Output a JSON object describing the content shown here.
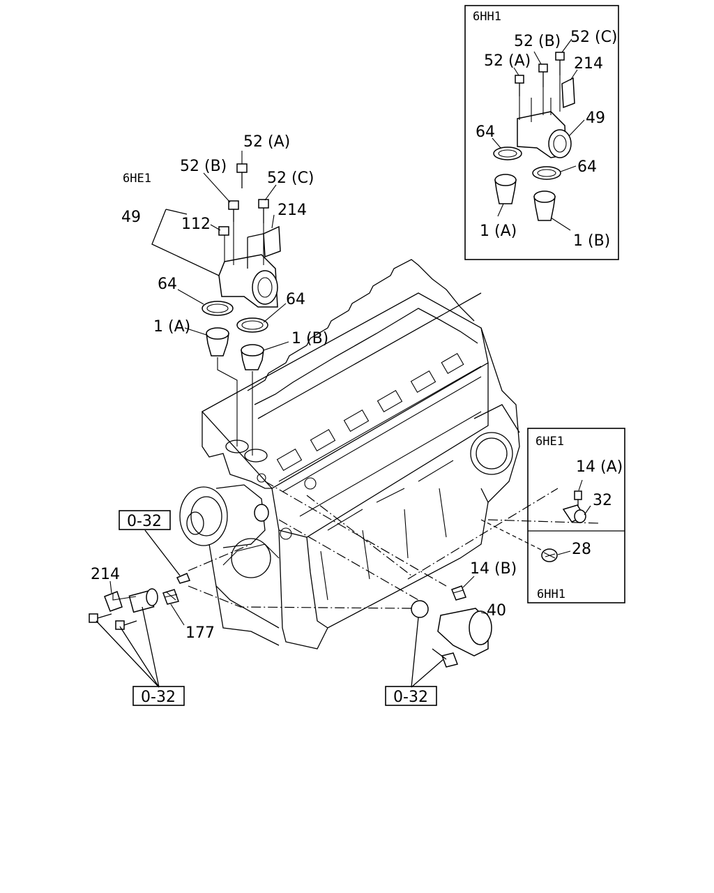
{
  "labels": {
    "l_52a_main": "52 (A)",
    "l_52b_main": "52 (B)",
    "l_52c_main": "52 (C)",
    "l_6he1_main": "6HE1",
    "l_49_main": "49",
    "l_112": "112",
    "l_214_main": "214",
    "l_64_left": "64",
    "l_64_right": "64",
    "l_1a_main": "1 (A)",
    "l_1b_main": "1 (B)",
    "inset_hh1_tag": "6HH1",
    "l_52b_inset": "52 (B)",
    "l_52c_inset": "52 (C)",
    "l_52a_inset": "52 (A)",
    "l_214_inset": "214",
    "l_49_inset": "49",
    "l_64_inset_a": "64",
    "l_64_inset_b": "64",
    "l_1a_inset": "1 (A)",
    "l_1b_inset": "1 (B)",
    "inset_he1_tag": "6HE1",
    "l_14a": "14 (A)",
    "l_32": "32",
    "l_28": "28",
    "inset_hh1_bottom_tag": "6HH1",
    "l_14b": "14 (B)",
    "l_40": "40",
    "l_214_left": "214",
    "l_177": "177",
    "ref_1": "0-32",
    "ref_2": "0-32",
    "ref_3": "0-32"
  }
}
